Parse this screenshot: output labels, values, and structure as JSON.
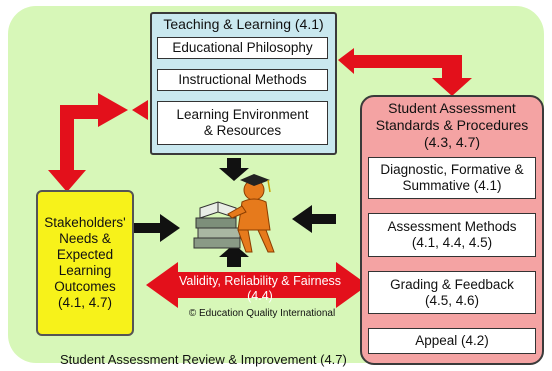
{
  "teaching": {
    "title": "Teaching & Learning (4.1)",
    "items": [
      "Educational Philosophy",
      "Instructional Methods",
      "Learning Environment\n& Resources"
    ]
  },
  "assessment": {
    "title": "Student Assessment\nStandards & Procedures\n(4.3, 4.7)",
    "items": [
      "Diagnostic, Formative &\nSummative (4.1)",
      "Assessment Methods\n(4.1, 4.4, 4.5)",
      "Grading & Feedback\n(4.5, 4.6)",
      "Appeal (4.2)"
    ]
  },
  "stakeholders": "Stakeholders'\nNeeds &\nExpected\nLearning\nOutcomes\n(4.1, 4.7)",
  "validity": "Validity, Reliability & Fairness\n(4.4)",
  "copyright": "© Education Quality International",
  "footer": "Student Assessment Review & Improvement (4.7)",
  "colors": {
    "background": "#d7f7b8",
    "teaching_panel": "#c9e8ef",
    "assessment_panel": "#f4a3a3",
    "stakeholder_box": "#f7f21a",
    "arrow_red": "#e3101b",
    "arrow_black": "#111111"
  },
  "icons": [
    "graduate-reading-books-icon"
  ]
}
